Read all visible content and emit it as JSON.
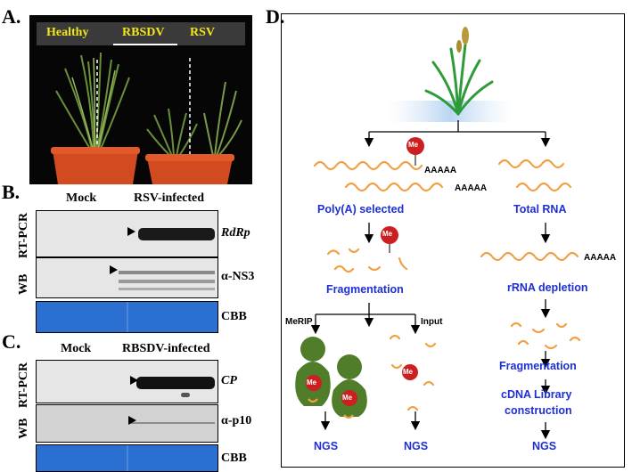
{
  "panels": {
    "a": "A.",
    "b": "B.",
    "c": "C.",
    "d": "D."
  },
  "panel_a": {
    "labels": [
      "Healthy",
      "RBSDV",
      "RSV"
    ]
  },
  "panel_b": {
    "columns": [
      "Mock",
      "RSV-infected"
    ],
    "rows": [
      {
        "method": "RT-PCR",
        "target": "RdRp",
        "italic": true
      },
      {
        "method": "WB",
        "target": "α-NS3",
        "italic": false
      },
      {
        "method": "",
        "target": "CBB",
        "italic": false
      }
    ]
  },
  "panel_c": {
    "columns": [
      "Mock",
      "RBSDV-infected"
    ],
    "rows": [
      {
        "method": "RT-PCR",
        "target": "CP",
        "italic": true
      },
      {
        "method": "WB",
        "target": "α-p10",
        "italic": false
      },
      {
        "method": "",
        "target": "CBB",
        "italic": false
      }
    ]
  },
  "panel_d": {
    "poly_a_tail": "AAAAA",
    "methyl_mark": "Me",
    "poly_a_selected": "Poly(A) selected",
    "total_rna": "Total RNA",
    "fragmentation": "Fragmentation",
    "rrna_depletion": "rRNA depletion",
    "fragmentation_right": "Fragmentation",
    "cdna_library": "cDNA Library",
    "construction": "construction",
    "merip": "MeRIP",
    "input": "Input",
    "ngs": "NGS",
    "colors": {
      "rna": "#f2a046",
      "methyl": "#cc1f1f",
      "antibody": "#4f7d2a",
      "text_blue": "#1f2fd6"
    }
  }
}
